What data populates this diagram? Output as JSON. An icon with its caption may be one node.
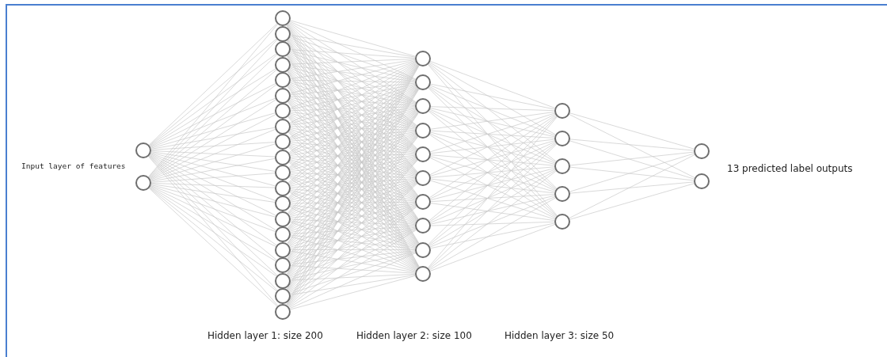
{
  "diagram": {
    "nodes": [
      {
        "text": [],
        "shape": "circle"
      },
      {
        "text": [],
        "shape": "circle"
      },
      {
        "text": [],
        "shape": "circle"
      },
      {
        "text": [],
        "shape": "circle"
      },
      {
        "text": [],
        "shape": "circle"
      },
      {
        "text": [],
        "shape": "circle"
      },
      {
        "text": [],
        "shape": "circle"
      },
      {
        "text": [],
        "shape": "circle"
      },
      {
        "text": [],
        "shape": "circle"
      },
      {
        "text": [],
        "shape": "circle"
      },
      {
        "text": [],
        "shape": "circle"
      },
      {
        "text": [],
        "shape": "circle"
      },
      {
        "text": [],
        "shape": "circle"
      },
      {
        "text": [],
        "shape": "circle"
      },
      {
        "text": [],
        "shape": "circle"
      },
      {
        "text": [],
        "shape": "circle"
      },
      {
        "text": [],
        "shape": "circle"
      },
      {
        "text": [],
        "shape": "circle"
      },
      {
        "text": [],
        "shape": "circle"
      },
      {
        "text": [],
        "shape": "circle"
      },
      {
        "text": [],
        "shape": "circle"
      },
      {
        "text": [],
        "shape": "circle"
      },
      {
        "text": [],
        "shape": "circle"
      },
      {
        "text": [],
        "shape": "circle"
      },
      {
        "text": [],
        "shape": "circle"
      },
      {
        "text": [],
        "shape": "circle"
      },
      {
        "text": [],
        "shape": "circle"
      },
      {
        "text": [],
        "shape": "circle"
      },
      {
        "text": [],
        "shape": "circle"
      },
      {
        "text": [],
        "shape": "circle"
      },
      {
        "text": [],
        "shape": "circle"
      },
      {
        "text": [],
        "shape": "circle"
      },
      {
        "text": [],
        "shape": "circle"
      },
      {
        "text": [],
        "shape": "circle"
      },
      {
        "text": [],
        "shape": "circle"
      },
      {
        "text": [],
        "shape": "circle"
      },
      {
        "text": [],
        "shape": "circle"
      },
      {
        "text": [],
        "shape": "circle"
      },
      {
        "text": [],
        "shape": "circle"
      }
    ],
    "edges": [
      {
        "from": 0,
        "to": 2,
        "arrow": "none"
      },
      {
        "from": 0,
        "to": 3,
        "arrow": "none"
      },
      {
        "from": 0,
        "to": 4,
        "arrow": "none"
      },
      {
        "from": 0,
        "to": 5,
        "arrow": "none"
      },
      {
        "from": 0,
        "to": 6,
        "arrow": "none"
      },
      {
        "from": 0,
        "to": 7,
        "arrow": "none"
      },
      {
        "from": 0,
        "to": 8,
        "arrow": "none"
      },
      {
        "from": 0,
        "to": 9,
        "arrow": "none"
      },
      {
        "from": 0,
        "to": 10,
        "arrow": "none"
      },
      {
        "from": 0,
        "to": 11,
        "arrow": "none"
      },
      {
        "from": 0,
        "to": 12,
        "arrow": "none"
      },
      {
        "from": 0,
        "to": 13,
        "arrow": "none"
      },
      {
        "from": 0,
        "to": 14,
        "arrow": "none"
      },
      {
        "from": 0,
        "to": 15,
        "arrow": "none"
      },
      {
        "from": 0,
        "to": 16,
        "arrow": "none"
      },
      {
        "from": 0,
        "to": 17,
        "arrow": "none"
      },
      {
        "from": 0,
        "to": 18,
        "arrow": "none"
      },
      {
        "from": 0,
        "to": 19,
        "arrow": "none"
      },
      {
        "from": 0,
        "to": 20,
        "arrow": "none"
      },
      {
        "from": 0,
        "to": 21,
        "arrow": "none"
      },
      {
        "from": 1,
        "to": 2,
        "arrow": "none"
      },
      {
        "from": 1,
        "to": 3,
        "arrow": "none"
      },
      {
        "from": 1,
        "to": 4,
        "arrow": "none"
      },
      {
        "from": 1,
        "to": 5,
        "arrow": "none"
      },
      {
        "from": 1,
        "to": 6,
        "arrow": "none"
      },
      {
        "from": 1,
        "to": 7,
        "arrow": "none"
      },
      {
        "from": 1,
        "to": 8,
        "arrow": "none"
      },
      {
        "from": 1,
        "to": 9,
        "arrow": "none"
      },
      {
        "from": 1,
        "to": 10,
        "arrow": "none"
      },
      {
        "from": 1,
        "to": 11,
        "arrow": "none"
      },
      {
        "from": 1,
        "to": 12,
        "arrow": "none"
      },
      {
        "from": 1,
        "to": 13,
        "arrow": "none"
      },
      {
        "from": 1,
        "to": 14,
        "arrow": "none"
      },
      {
        "from": 1,
        "to": 15,
        "arrow": "none"
      },
      {
        "from": 1,
        "to": 16,
        "arrow": "none"
      },
      {
        "from": 1,
        "to": 17,
        "arrow": "none"
      },
      {
        "from": 1,
        "to": 18,
        "arrow": "none"
      },
      {
        "from": 1,
        "to": 19,
        "arrow": "none"
      },
      {
        "from": 1,
        "to": 20,
        "arrow": "none"
      },
      {
        "from": 1,
        "to": 21,
        "arrow": "none"
      },
      {
        "from": 2,
        "to": 22,
        "arrow": "none"
      },
      {
        "from": 2,
        "to": 23,
        "arrow": "none"
      },
      {
        "from": 2,
        "to": 24,
        "arrow": "none"
      },
      {
        "from": 2,
        "to": 25,
        "arrow": "none"
      },
      {
        "from": 2,
        "to": 26,
        "arrow": "none"
      },
      {
        "from": 2,
        "to": 27,
        "arrow": "none"
      },
      {
        "from": 2,
        "to": 28,
        "arrow": "none"
      },
      {
        "from": 2,
        "to": 29,
        "arrow": "none"
      },
      {
        "from": 2,
        "to": 30,
        "arrow": "none"
      },
      {
        "from": 2,
        "to": 31,
        "arrow": "none"
      },
      {
        "from": 3,
        "to": 22,
        "arrow": "none"
      },
      {
        "from": 3,
        "to": 23,
        "arrow": "none"
      },
      {
        "from": 3,
        "to": 24,
        "arrow": "none"
      },
      {
        "from": 3,
        "to": 25,
        "arrow": "none"
      },
      {
        "from": 3,
        "to": 26,
        "arrow": "none"
      },
      {
        "from": 3,
        "to": 27,
        "arrow": "none"
      },
      {
        "from": 3,
        "to": 28,
        "arrow": "none"
      },
      {
        "from": 3,
        "to": 29,
        "arrow": "none"
      },
      {
        "from": 3,
        "to": 30,
        "arrow": "none"
      },
      {
        "from": 3,
        "to": 31,
        "arrow": "none"
      },
      {
        "from": 4,
        "to": 22,
        "arrow": "none"
      },
      {
        "from": 4,
        "to": 23,
        "arrow": "none"
      },
      {
        "from": 4,
        "to": 24,
        "arrow": "none"
      },
      {
        "from": 4,
        "to": 25,
        "arrow": "none"
      },
      {
        "from": 4,
        "to": 26,
        "arrow": "none"
      },
      {
        "from": 4,
        "to": 27,
        "arrow": "none"
      },
      {
        "from": 4,
        "to": 28,
        "arrow": "none"
      },
      {
        "from": 4,
        "to": 29,
        "arrow": "none"
      },
      {
        "from": 4,
        "to": 30,
        "arrow": "none"
      },
      {
        "from": 4,
        "to": 31,
        "arrow": "none"
      },
      {
        "from": 5,
        "to": 22,
        "arrow": "none"
      },
      {
        "from": 5,
        "to": 23,
        "arrow": "none"
      },
      {
        "from": 5,
        "to": 24,
        "arrow": "none"
      },
      {
        "from": 5,
        "to": 25,
        "arrow": "none"
      },
      {
        "from": 5,
        "to": 26,
        "arrow": "none"
      },
      {
        "from": 5,
        "to": 27,
        "arrow": "none"
      },
      {
        "from": 5,
        "to": 28,
        "arrow": "none"
      },
      {
        "from": 5,
        "to": 29,
        "arrow": "none"
      },
      {
        "from": 5,
        "to": 30,
        "arrow": "none"
      },
      {
        "from": 5,
        "to": 31,
        "arrow": "none"
      },
      {
        "from": 6,
        "to": 22,
        "arrow": "none"
      },
      {
        "from": 6,
        "to": 23,
        "arrow": "none"
      },
      {
        "from": 6,
        "to": 24,
        "arrow": "none"
      },
      {
        "from": 6,
        "to": 25,
        "arrow": "none"
      },
      {
        "from": 6,
        "to": 26,
        "arrow": "none"
      },
      {
        "from": 6,
        "to": 27,
        "arrow": "none"
      },
      {
        "from": 6,
        "to": 28,
        "arrow": "none"
      },
      {
        "from": 6,
        "to": 29,
        "arrow": "none"
      },
      {
        "from": 6,
        "to": 30,
        "arrow": "none"
      },
      {
        "from": 6,
        "to": 31,
        "arrow": "none"
      },
      {
        "from": 7,
        "to": 22,
        "arrow": "none"
      },
      {
        "from": 7,
        "to": 23,
        "arrow": "none"
      },
      {
        "from": 7,
        "to": 24,
        "arrow": "none"
      },
      {
        "from": 7,
        "to": 25,
        "arrow": "none"
      },
      {
        "from": 7,
        "to": 26,
        "arrow": "none"
      },
      {
        "from": 7,
        "to": 27,
        "arrow": "none"
      },
      {
        "from": 7,
        "to": 28,
        "arrow": "none"
      },
      {
        "from": 7,
        "to": 29,
        "arrow": "none"
      },
      {
        "from": 7,
        "to": 30,
        "arrow": "none"
      },
      {
        "from": 7,
        "to": 31,
        "arrow": "none"
      },
      {
        "from": 8,
        "to": 22,
        "arrow": "none"
      },
      {
        "from": 8,
        "to": 23,
        "arrow": "none"
      },
      {
        "from": 8,
        "to": 24,
        "arrow": "none"
      },
      {
        "from": 8,
        "to": 25,
        "arrow": "none"
      },
      {
        "from": 8,
        "to": 26,
        "arrow": "none"
      },
      {
        "from": 8,
        "to": 27,
        "arrow": "none"
      },
      {
        "from": 8,
        "to": 28,
        "arrow": "none"
      },
      {
        "from": 8,
        "to": 29,
        "arrow": "none"
      },
      {
        "from": 8,
        "to": 30,
        "arrow": "none"
      },
      {
        "from": 8,
        "to": 31,
        "arrow": "none"
      },
      {
        "from": 9,
        "to": 22,
        "arrow": "none"
      },
      {
        "from": 9,
        "to": 23,
        "arrow": "none"
      },
      {
        "from": 9,
        "to": 24,
        "arrow": "none"
      },
      {
        "from": 9,
        "to": 25,
        "arrow": "none"
      },
      {
        "from": 9,
        "to": 26,
        "arrow": "none"
      },
      {
        "from": 9,
        "to": 27,
        "arrow": "none"
      },
      {
        "from": 9,
        "to": 28,
        "arrow": "none"
      },
      {
        "from": 9,
        "to": 29,
        "arrow": "none"
      },
      {
        "from": 9,
        "to": 30,
        "arrow": "none"
      },
      {
        "from": 9,
        "to": 31,
        "arrow": "none"
      },
      {
        "from": 10,
        "to": 22,
        "arrow": "none"
      },
      {
        "from": 10,
        "to": 23,
        "arrow": "none"
      },
      {
        "from": 10,
        "to": 24,
        "arrow": "none"
      },
      {
        "from": 10,
        "to": 25,
        "arrow": "none"
      },
      {
        "from": 10,
        "to": 26,
        "arrow": "none"
      },
      {
        "from": 10,
        "to": 27,
        "arrow": "none"
      },
      {
        "from": 10,
        "to": 28,
        "arrow": "none"
      },
      {
        "from": 10,
        "to": 29,
        "arrow": "none"
      },
      {
        "from": 10,
        "to": 30,
        "arrow": "none"
      },
      {
        "from": 10,
        "to": 31,
        "arrow": "none"
      },
      {
        "from": 11,
        "to": 22,
        "arrow": "none"
      },
      {
        "from": 11,
        "to": 23,
        "arrow": "none"
      },
      {
        "from": 11,
        "to": 24,
        "arrow": "none"
      },
      {
        "from": 11,
        "to": 25,
        "arrow": "none"
      },
      {
        "from": 11,
        "to": 26,
        "arrow": "none"
      },
      {
        "from": 11,
        "to": 27,
        "arrow": "none"
      },
      {
        "from": 11,
        "to": 28,
        "arrow": "none"
      },
      {
        "from": 11,
        "to": 29,
        "arrow": "none"
      },
      {
        "from": 11,
        "to": 30,
        "arrow": "none"
      },
      {
        "from": 11,
        "to": 31,
        "arrow": "none"
      },
      {
        "from": 12,
        "to": 22,
        "arrow": "none"
      },
      {
        "from": 12,
        "to": 23,
        "arrow": "none"
      },
      {
        "from": 12,
        "to": 24,
        "arrow": "none"
      },
      {
        "from": 12,
        "to": 25,
        "arrow": "none"
      },
      {
        "from": 12,
        "to": 26,
        "arrow": "none"
      },
      {
        "from": 12,
        "to": 27,
        "arrow": "none"
      },
      {
        "from": 12,
        "to": 28,
        "arrow": "none"
      },
      {
        "from": 12,
        "to": 29,
        "arrow": "none"
      },
      {
        "from": 12,
        "to": 30,
        "arrow": "none"
      },
      {
        "from": 12,
        "to": 31,
        "arrow": "none"
      },
      {
        "from": 13,
        "to": 22,
        "arrow": "none"
      },
      {
        "from": 13,
        "to": 23,
        "arrow": "none"
      },
      {
        "from": 13,
        "to": 24,
        "arrow": "none"
      },
      {
        "from": 13,
        "to": 25,
        "arrow": "none"
      },
      {
        "from": 13,
        "to": 26,
        "arrow": "none"
      },
      {
        "from": 13,
        "to": 27,
        "arrow": "none"
      },
      {
        "from": 13,
        "to": 28,
        "arrow": "none"
      },
      {
        "from": 13,
        "to": 29,
        "arrow": "none"
      },
      {
        "from": 13,
        "to": 30,
        "arrow": "none"
      },
      {
        "from": 13,
        "to": 31,
        "arrow": "none"
      },
      {
        "from": 14,
        "to": 22,
        "arrow": "none"
      },
      {
        "from": 14,
        "to": 23,
        "arrow": "none"
      },
      {
        "from": 14,
        "to": 24,
        "arrow": "none"
      },
      {
        "from": 14,
        "to": 25,
        "arrow": "none"
      },
      {
        "from": 14,
        "to": 26,
        "arrow": "none"
      },
      {
        "from": 14,
        "to": 27,
        "arrow": "none"
      },
      {
        "from": 14,
        "to": 28,
        "arrow": "none"
      },
      {
        "from": 14,
        "to": 29,
        "arrow": "none"
      },
      {
        "from": 14,
        "to": 30,
        "arrow": "none"
      },
      {
        "from": 14,
        "to": 31,
        "arrow": "none"
      },
      {
        "from": 15,
        "to": 22,
        "arrow": "none"
      },
      {
        "from": 15,
        "to": 23,
        "arrow": "none"
      },
      {
        "from": 15,
        "to": 24,
        "arrow": "none"
      },
      {
        "from": 15,
        "to": 25,
        "arrow": "none"
      },
      {
        "from": 15,
        "to": 26,
        "arrow": "none"
      },
      {
        "from": 15,
        "to": 27,
        "arrow": "none"
      },
      {
        "from": 15,
        "to": 28,
        "arrow": "none"
      },
      {
        "from": 15,
        "to": 29,
        "arrow": "none"
      },
      {
        "from": 15,
        "to": 30,
        "arrow": "none"
      },
      {
        "from": 15,
        "to": 31,
        "arrow": "none"
      },
      {
        "from": 16,
        "to": 22,
        "arrow": "none"
      },
      {
        "from": 16,
        "to": 23,
        "arrow": "none"
      },
      {
        "from": 16,
        "to": 24,
        "arrow": "none"
      },
      {
        "from": 16,
        "to": 25,
        "arrow": "none"
      },
      {
        "from": 16,
        "to": 26,
        "arrow": "none"
      },
      {
        "from": 16,
        "to": 27,
        "arrow": "none"
      },
      {
        "from": 16,
        "to": 28,
        "arrow": "none"
      },
      {
        "from": 16,
        "to": 29,
        "arrow": "none"
      },
      {
        "from": 16,
        "to": 30,
        "arrow": "none"
      },
      {
        "from": 16,
        "to": 31,
        "arrow": "none"
      },
      {
        "from": 17,
        "to": 22,
        "arrow": "none"
      },
      {
        "from": 17,
        "to": 23,
        "arrow": "none"
      },
      {
        "from": 17,
        "to": 24,
        "arrow": "none"
      },
      {
        "from": 17,
        "to": 25,
        "arrow": "none"
      },
      {
        "from": 17,
        "to": 26,
        "arrow": "none"
      },
      {
        "from": 17,
        "to": 27,
        "arrow": "none"
      },
      {
        "from": 17,
        "to": 28,
        "arrow": "none"
      },
      {
        "from": 17,
        "to": 29,
        "arrow": "none"
      },
      {
        "from": 17,
        "to": 30,
        "arrow": "none"
      },
      {
        "from": 17,
        "to": 31,
        "arrow": "none"
      },
      {
        "from": 18,
        "to": 22,
        "arrow": "none"
      },
      {
        "from": 18,
        "to": 23,
        "arrow": "none"
      },
      {
        "from": 18,
        "to": 24,
        "arrow": "none"
      },
      {
        "from": 18,
        "to": 25,
        "arrow": "none"
      },
      {
        "from": 18,
        "to": 26,
        "arrow": "none"
      },
      {
        "from": 18,
        "to": 27,
        "arrow": "none"
      },
      {
        "from": 18,
        "to": 28,
        "arrow": "none"
      },
      {
        "from": 18,
        "to": 29,
        "arrow": "none"
      },
      {
        "from": 18,
        "to": 30,
        "arrow": "none"
      },
      {
        "from": 18,
        "to": 31,
        "arrow": "none"
      },
      {
        "from": 19,
        "to": 22,
        "arrow": "none"
      },
      {
        "from": 19,
        "to": 23,
        "arrow": "none"
      },
      {
        "from": 19,
        "to": 24,
        "arrow": "none"
      },
      {
        "from": 19,
        "to": 25,
        "arrow": "none"
      },
      {
        "from": 19,
        "to": 26,
        "arrow": "none"
      },
      {
        "from": 19,
        "to": 27,
        "arrow": "none"
      },
      {
        "from": 19,
        "to": 28,
        "arrow": "none"
      },
      {
        "from": 19,
        "to": 29,
        "arrow": "none"
      },
      {
        "from": 19,
        "to": 30,
        "arrow": "none"
      },
      {
        "from": 19,
        "to": 31,
        "arrow": "none"
      },
      {
        "from": 20,
        "to": 22,
        "arrow": "none"
      },
      {
        "from": 20,
        "to": 23,
        "arrow": "none"
      },
      {
        "from": 20,
        "to": 24,
        "arrow": "none"
      },
      {
        "from": 20,
        "to": 25,
        "arrow": "none"
      },
      {
        "from": 20,
        "to": 26,
        "arrow": "none"
      },
      {
        "from": 20,
        "to": 27,
        "arrow": "none"
      },
      {
        "from": 20,
        "to": 28,
        "arrow": "none"
      },
      {
        "from": 20,
        "to": 29,
        "arrow": "none"
      },
      {
        "from": 20,
        "to": 30,
        "arrow": "none"
      },
      {
        "from": 20,
        "to": 31,
        "arrow": "none"
      },
      {
        "from": 21,
        "to": 22,
        "arrow": "none"
      },
      {
        "from": 21,
        "to": 23,
        "arrow": "none"
      },
      {
        "from": 21,
        "to": 24,
        "arrow": "none"
      },
      {
        "from": 21,
        "to": 25,
        "arrow": "none"
      },
      {
        "from": 21,
        "to": 26,
        "arrow": "none"
      },
      {
        "from": 21,
        "to": 27,
        "arrow": "none"
      },
      {
        "from": 21,
        "to": 28,
        "arrow": "none"
      },
      {
        "from": 21,
        "to": 29,
        "arrow": "none"
      },
      {
        "from": 21,
        "to": 30,
        "arrow": "none"
      },
      {
        "from": 21,
        "to": 31,
        "arrow": "none"
      },
      {
        "from": 22,
        "to": 32,
        "arrow": "none"
      },
      {
        "from": 22,
        "to": 33,
        "arrow": "none"
      },
      {
        "from": 22,
        "to": 34,
        "arrow": "none"
      },
      {
        "from": 22,
        "to": 35,
        "arrow": "none"
      },
      {
        "from": 22,
        "to": 36,
        "arrow": "none"
      },
      {
        "from": 23,
        "to": 32,
        "arrow": "none"
      },
      {
        "from": 23,
        "to": 33,
        "arrow": "none"
      },
      {
        "from": 23,
        "to": 34,
        "arrow": "none"
      },
      {
        "from": 23,
        "to": 35,
        "arrow": "none"
      },
      {
        "from": 23,
        "to": 36,
        "arrow": "none"
      },
      {
        "from": 24,
        "to": 32,
        "arrow": "none"
      },
      {
        "from": 24,
        "to": 33,
        "arrow": "none"
      },
      {
        "from": 24,
        "to": 34,
        "arrow": "none"
      },
      {
        "from": 24,
        "to": 35,
        "arrow": "none"
      },
      {
        "from": 24,
        "to": 36,
        "arrow": "none"
      },
      {
        "from": 25,
        "to": 32,
        "arrow": "none"
      },
      {
        "from": 25,
        "to": 33,
        "arrow": "none"
      },
      {
        "from": 25,
        "to": 34,
        "arrow": "none"
      },
      {
        "from": 25,
        "to": 35,
        "arrow": "none"
      },
      {
        "from": 25,
        "to": 36,
        "arrow": "none"
      },
      {
        "from": 26,
        "to": 32,
        "arrow": "none"
      },
      {
        "from": 26,
        "to": 33,
        "arrow": "none"
      },
      {
        "from": 26,
        "to": 34,
        "arrow": "none"
      },
      {
        "from": 26,
        "to": 35,
        "arrow": "none"
      },
      {
        "from": 26,
        "to": 36,
        "arrow": "none"
      },
      {
        "from": 27,
        "to": 32,
        "arrow": "none"
      },
      {
        "from": 27,
        "to": 33,
        "arrow": "none"
      },
      {
        "from": 27,
        "to": 34,
        "arrow": "none"
      },
      {
        "from": 27,
        "to": 35,
        "arrow": "none"
      },
      {
        "from": 27,
        "to": 36,
        "arrow": "none"
      },
      {
        "from": 28,
        "to": 32,
        "arrow": "none"
      },
      {
        "from": 28,
        "to": 33,
        "arrow": "none"
      },
      {
        "from": 28,
        "to": 34,
        "arrow": "none"
      },
      {
        "from": 28,
        "to": 35,
        "arrow": "none"
      },
      {
        "from": 28,
        "to": 36,
        "arrow": "none"
      },
      {
        "from": 29,
        "to": 32,
        "arrow": "none"
      },
      {
        "from": 29,
        "to": 33,
        "arrow": "none"
      },
      {
        "from": 29,
        "to": 34,
        "arrow": "none"
      },
      {
        "from": 29,
        "to": 35,
        "arrow": "none"
      },
      {
        "from": 29,
        "to": 36,
        "arrow": "none"
      },
      {
        "from": 30,
        "to": 32,
        "arrow": "none"
      },
      {
        "from": 30,
        "to": 33,
        "arrow": "none"
      },
      {
        "from": 30,
        "to": 34,
        "arrow": "none"
      },
      {
        "from": 30,
        "to": 35,
        "arrow": "none"
      },
      {
        "from": 30,
        "to": 36,
        "arrow": "none"
      },
      {
        "from": 31,
        "to": 32,
        "arrow": "none"
      },
      {
        "from": 31,
        "to": 33,
        "arrow": "none"
      },
      {
        "from": 31,
        "to": 34,
        "arrow": "none"
      },
      {
        "from": 31,
        "to": 35,
        "arrow": "none"
      },
      {
        "from": 31,
        "to": 36,
        "arrow": "none"
      },
      {
        "from": 32,
        "to": 37,
        "arrow": "none"
      },
      {
        "from": 32,
        "to": 38,
        "arrow": "none"
      },
      {
        "from": 33,
        "to": 37,
        "arrow": "none"
      },
      {
        "from": 33,
        "to": 38,
        "arrow": "none"
      },
      {
        "from": 34,
        "to": 37,
        "arrow": "none"
      },
      {
        "from": 34,
        "to": 38,
        "arrow": "none"
      },
      {
        "from": 35,
        "to": 37,
        "arrow": "none"
      },
      {
        "from": 35,
        "to": 38,
        "arrow": "none"
      },
      {
        "from": 36,
        "to": 37,
        "arrow": "none"
      },
      {
        "from": 36,
        "to": 38,
        "arrow": "none"
      }
    ],
    "labels": [
      "Input layer of features",
      "13 predicted label outputs",
      "Hidden layer 1: size 200",
      "Hidden layer 2: size 100",
      "Hidden layer 3: size 50"
    ]
  }
}
